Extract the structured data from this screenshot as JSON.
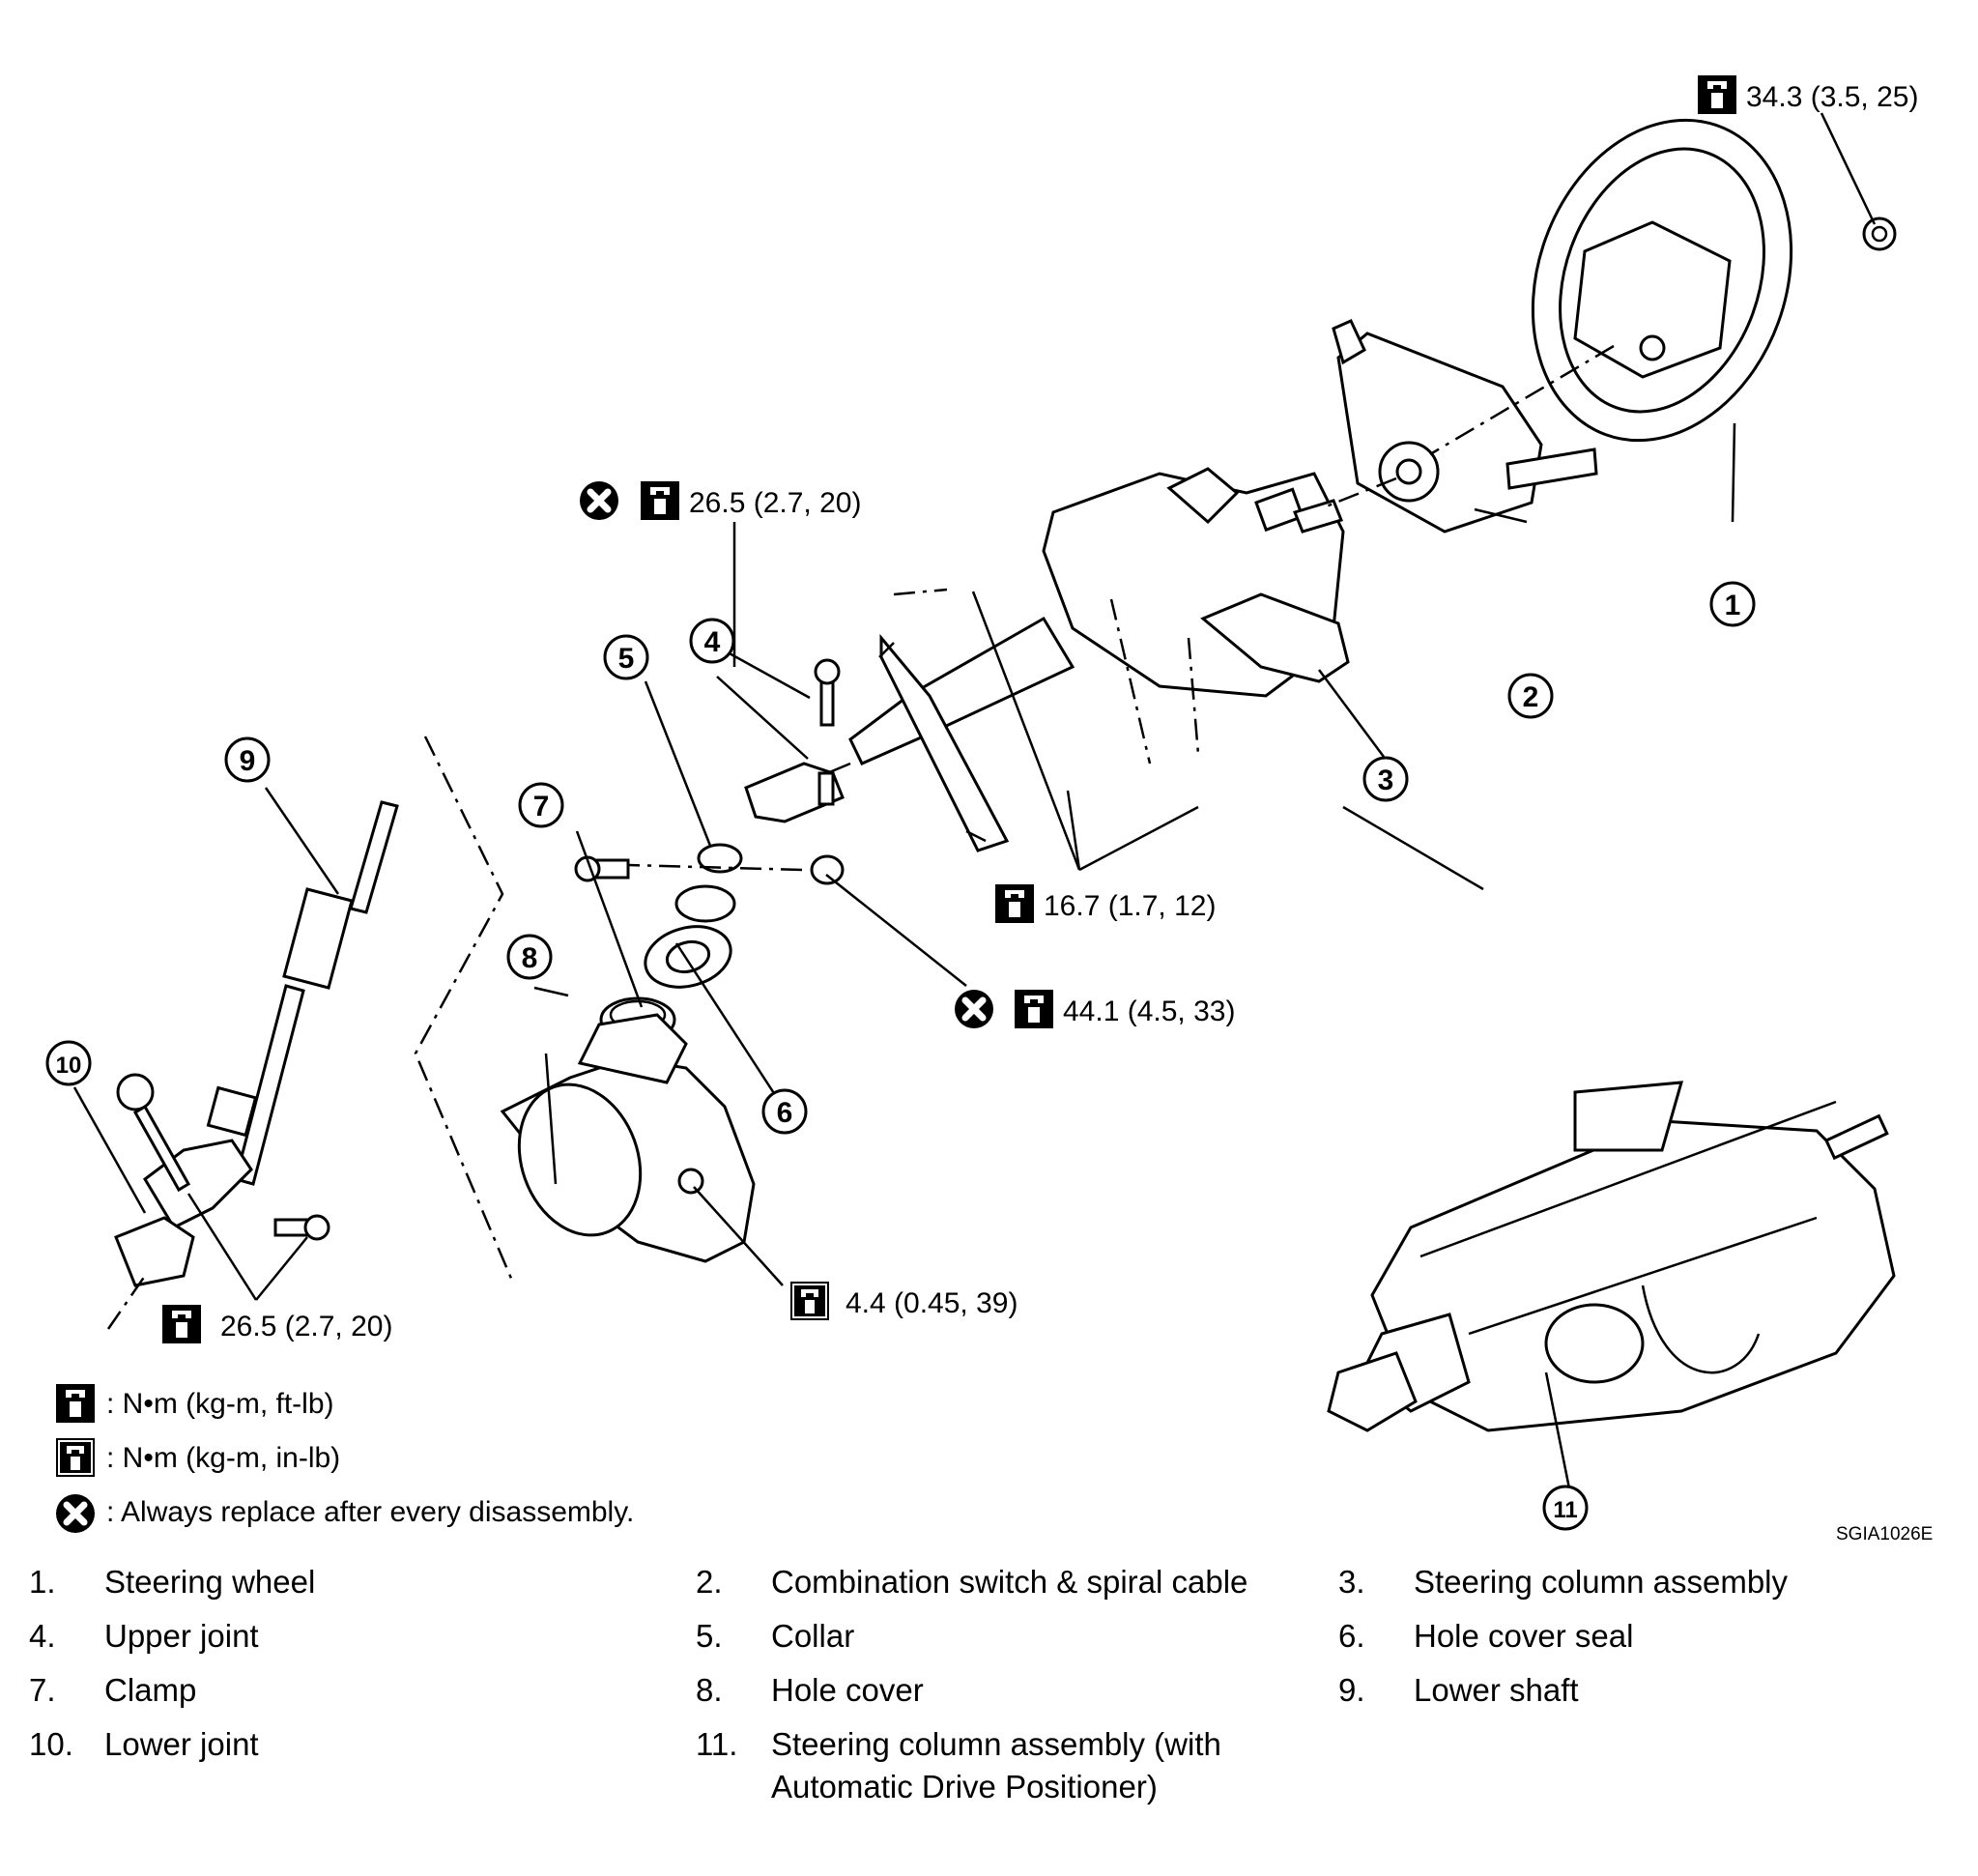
{
  "callouts": [
    {
      "number": "1"
    },
    {
      "number": "2"
    },
    {
      "number": "3"
    },
    {
      "number": "4"
    },
    {
      "number": "5"
    },
    {
      "number": "6"
    },
    {
      "number": "7"
    },
    {
      "number": "8"
    },
    {
      "number": "9"
    },
    {
      "number": "10"
    },
    {
      "number": "11"
    }
  ],
  "torque_labels": [
    {
      "value": "34.3 (3.5, 25)",
      "icon": "torque-wrench-ft-lb-icon"
    },
    {
      "value": "26.5 (2.7, 20)",
      "icon": "torque-wrench-ft-lb-icon",
      "replace": true
    },
    {
      "value": "16.7 (1.7, 12)",
      "icon": "torque-wrench-ft-lb-icon"
    },
    {
      "value": "44.1 (4.5, 33)",
      "icon": "torque-wrench-ft-lb-icon",
      "replace": true
    },
    {
      "value": "4.4 (0.45, 39)",
      "icon": "torque-wrench-in-lb-icon"
    },
    {
      "value": "26.5 (2.7, 20)",
      "icon": "torque-wrench-ft-lb-icon"
    }
  ],
  "legend": [
    {
      "icon": "torque-wrench-ft-lb-icon",
      "text": ": N•m (kg-m, ft-lb)"
    },
    {
      "icon": "torque-wrench-in-lb-icon",
      "text": ": N•m (kg-m, in-lb)"
    },
    {
      "icon": "replace-x-icon",
      "text": ": Always replace after every disassembly."
    }
  ],
  "figure_code": "SGIA1026E",
  "parts": [
    {
      "num": "1.",
      "name": "Steering wheel"
    },
    {
      "num": "2.",
      "name": "Combination switch & spiral cable"
    },
    {
      "num": "3.",
      "name": "Steering column assembly"
    },
    {
      "num": "4.",
      "name": "Upper joint"
    },
    {
      "num": "5.",
      "name": "Collar"
    },
    {
      "num": "6.",
      "name": "Hole cover seal"
    },
    {
      "num": "7.",
      "name": "Clamp"
    },
    {
      "num": "8.",
      "name": "Hole cover"
    },
    {
      "num": "9.",
      "name": "Lower shaft"
    },
    {
      "num": "10.",
      "name": "Lower joint"
    },
    {
      "num": "11.",
      "name": "Steering column assembly (with"
    },
    {
      "num": "",
      "name": "Automatic Drive Positioner)"
    }
  ]
}
